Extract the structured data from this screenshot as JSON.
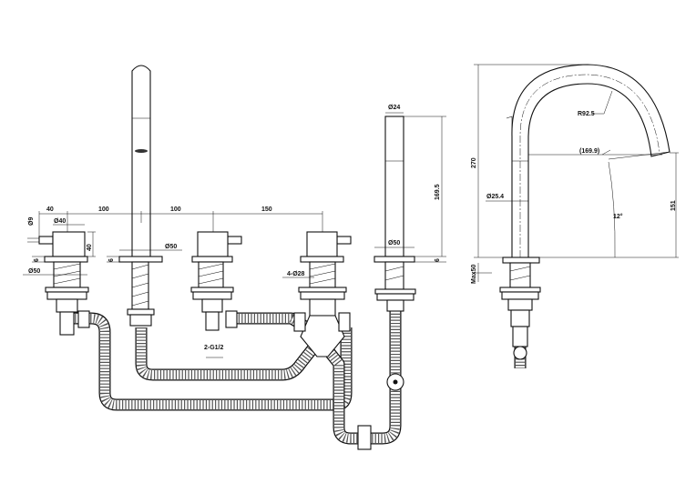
{
  "dimensions": {
    "left_40": "40",
    "spacing_100_a": "100",
    "spacing_100_b": "100",
    "spacing_150": "150",
    "lever_dia": "Ø9",
    "body_dia": "Ø40",
    "body_height": "40",
    "flange_6_left": "6",
    "flange_dia_left": "Ø50",
    "flange_6_hand": "6",
    "flange_dia_hand": "Ø50",
    "hole_dia": "4-Ø28",
    "connection": "2-G1/2",
    "shower_dia": "Ø24",
    "shower_height": "169.5",
    "shower_flange_dia": "Ø50",
    "shower_flange_6": "6",
    "spout_radius": "R92.5",
    "spout_reach": "(169.9)",
    "spout_height": "270",
    "spout_outlet_height": "151",
    "spout_tube_dia": "Ø25.4",
    "spout_angle": "12°",
    "max_deck": "Max50"
  }
}
